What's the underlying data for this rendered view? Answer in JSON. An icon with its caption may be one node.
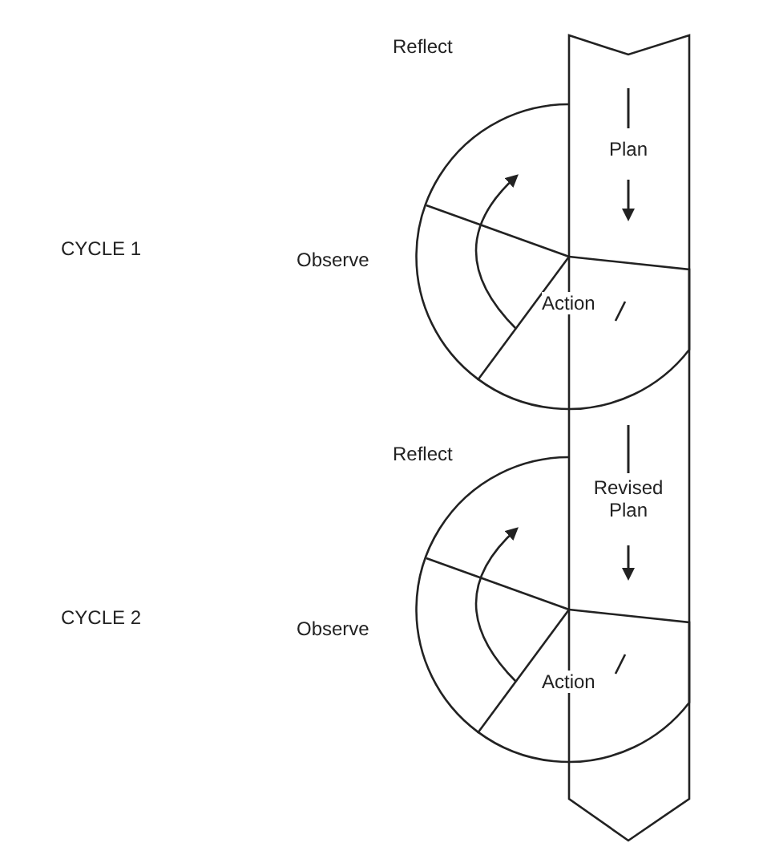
{
  "diagram": {
    "nodes": [
      {
        "text": [
          "Reflect"
        ]
      },
      {
        "text": [
          "Plan"
        ]
      },
      {
        "text": [
          "Observe"
        ]
      },
      {
        "text": [
          "Action"
        ]
      },
      {
        "text": [
          "Reflect"
        ]
      },
      {
        "text": [
          "Revised Plan"
        ]
      },
      {
        "text": [
          "Observe"
        ]
      },
      {
        "text": [
          "Action"
        ]
      }
    ],
    "edges": [],
    "labels": [
      "CYCLE 1",
      "CYCLE 2"
    ]
  }
}
